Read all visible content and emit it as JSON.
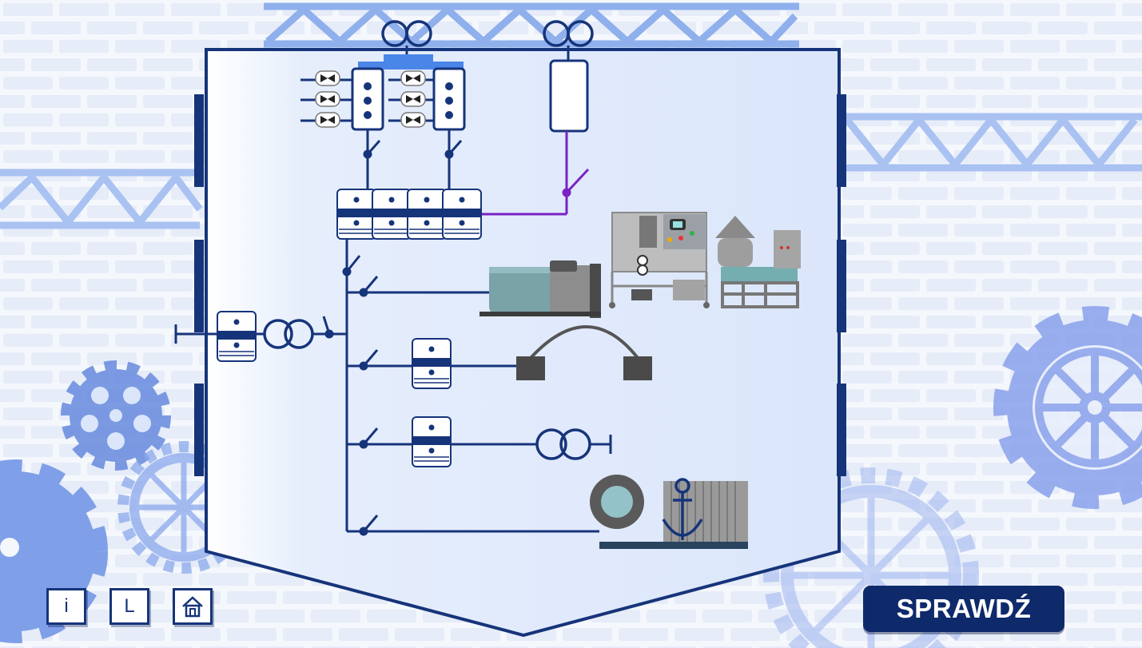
{
  "toolbar": {
    "info_label": "i",
    "legend_label": "L",
    "home_icon": "home-icon"
  },
  "check_button": {
    "label": "SPRAWDŹ"
  },
  "colors": {
    "primary": "#0e2a6b",
    "line": "#16347a",
    "accent_purple": "#7a22c4",
    "gear": "#7f9fe8",
    "panel": "#e4ecfb"
  }
}
